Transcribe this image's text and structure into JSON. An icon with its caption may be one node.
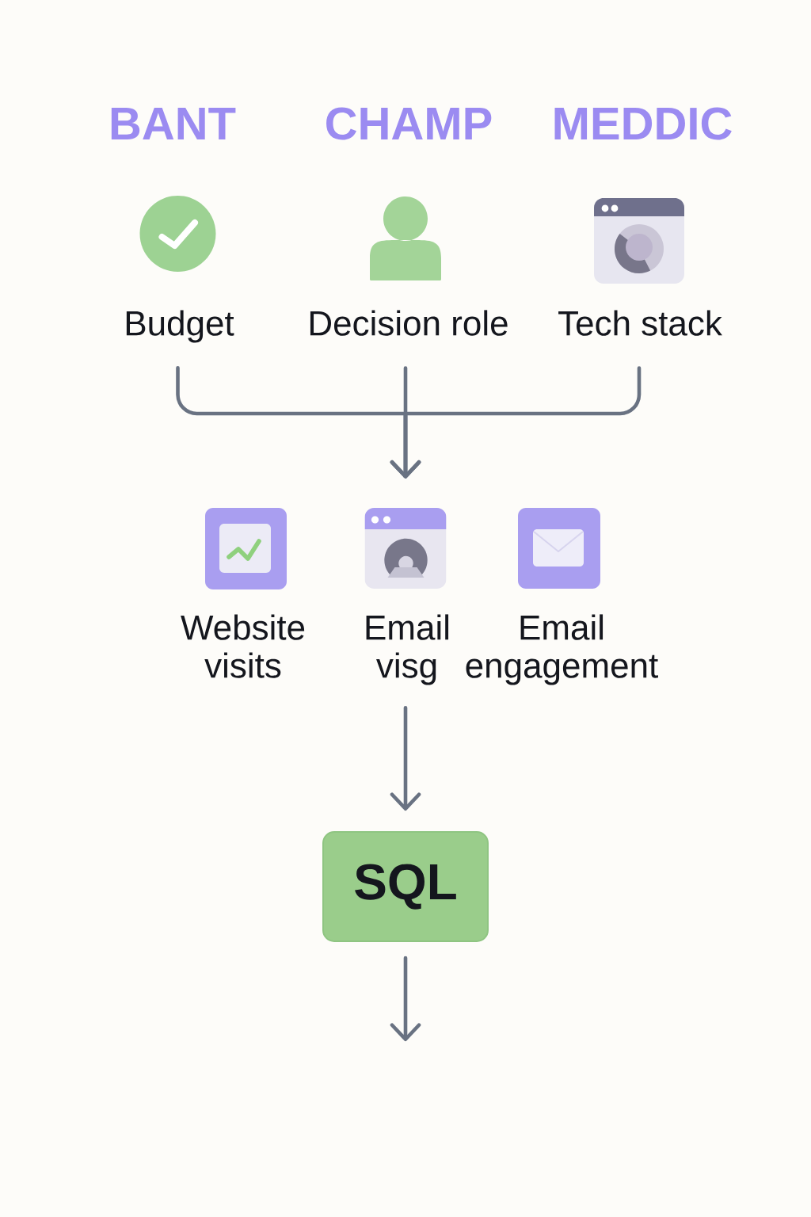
{
  "diagram": {
    "nodes": [
      {
        "text": [
          "Budget"
        ]
      },
      {
        "text": [
          "Decision role"
        ]
      },
      {
        "text": [
          "Tech stack"
        ]
      },
      {
        "text": [
          "Website visits"
        ]
      },
      {
        "text": [
          "Email visg"
        ]
      },
      {
        "text": [
          "Email engagement"
        ]
      },
      {
        "text": [
          "SQL"
        ]
      }
    ],
    "edges": [
      {
        "from": 0,
        "to": 4,
        "arrow": "to"
      },
      {
        "from": 1,
        "to": 4,
        "arrow": "to"
      },
      {
        "from": 2,
        "to": 4,
        "arrow": "to"
      },
      {
        "from": 4,
        "to": 6,
        "arrow": "to"
      },
      {
        "from": 6,
        "to": null,
        "arrow": "to"
      }
    ],
    "labels": [
      "BANT",
      "CHAMP",
      "MEDDIC"
    ]
  }
}
